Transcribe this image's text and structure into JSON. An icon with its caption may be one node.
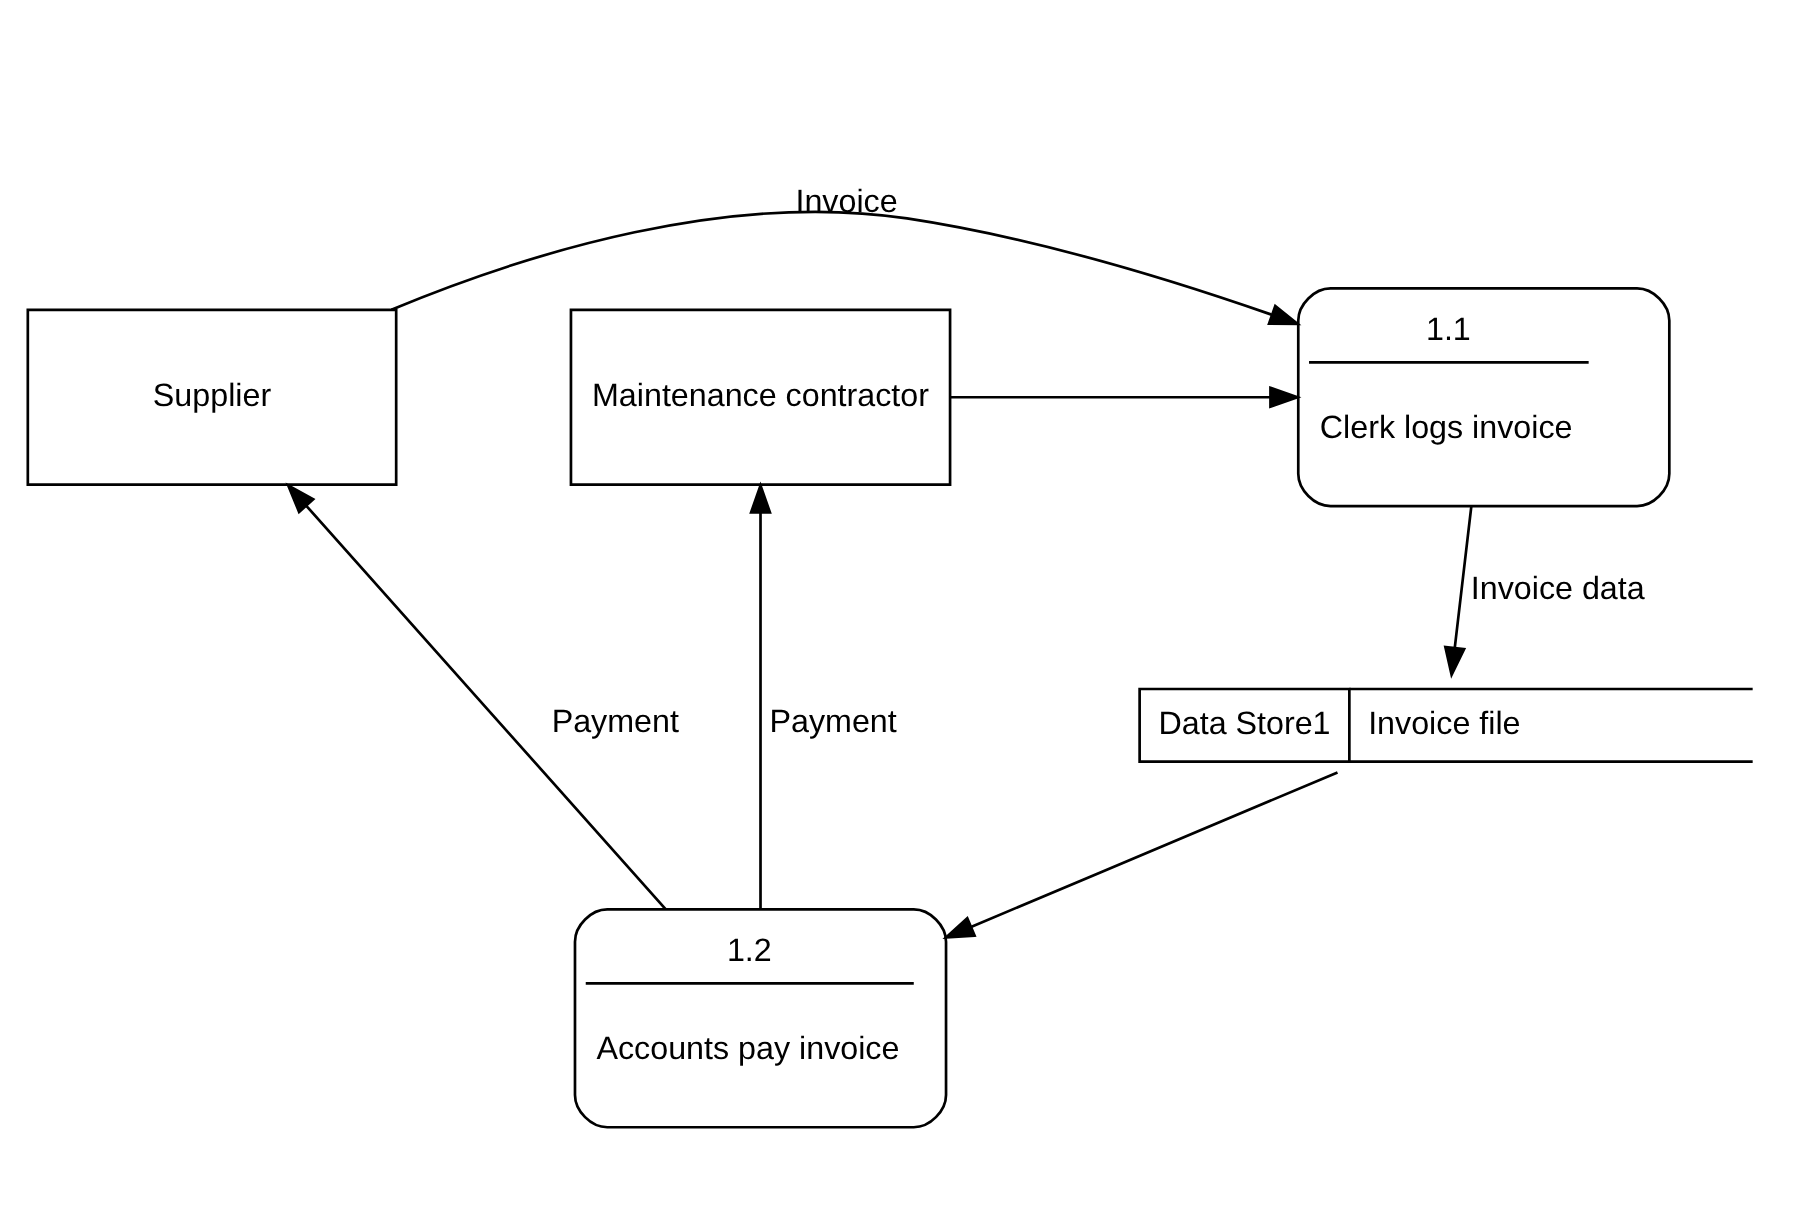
{
  "diagram": {
    "nodes": [
      {
        "text": [
          "Supplier"
        ]
      },
      {
        "text": [
          "1.1",
          "Clerk logs invoice"
        ]
      },
      {
        "text": [
          "Maintenance contractor"
        ]
      },
      {
        "text": [
          "Data Store1",
          "Invoice file"
        ]
      },
      {
        "text": [
          "1.2",
          "Accounts pay invoice"
        ]
      }
    ],
    "edges": [
      {
        "from": 0,
        "to": 1,
        "arrow": "to",
        "label": "Invoice"
      },
      {
        "from": 2,
        "to": 1,
        "arrow": "to"
      },
      {
        "from": 1,
        "to": 3,
        "arrow": "to",
        "label": "Invoice data"
      },
      {
        "from": 3,
        "to": 4,
        "arrow": "to"
      },
      {
        "from": 4,
        "to": 0,
        "arrow": "to",
        "label": "Payment"
      },
      {
        "from": 4,
        "to": 2,
        "arrow": "to",
        "label": "Payment"
      }
    ]
  }
}
